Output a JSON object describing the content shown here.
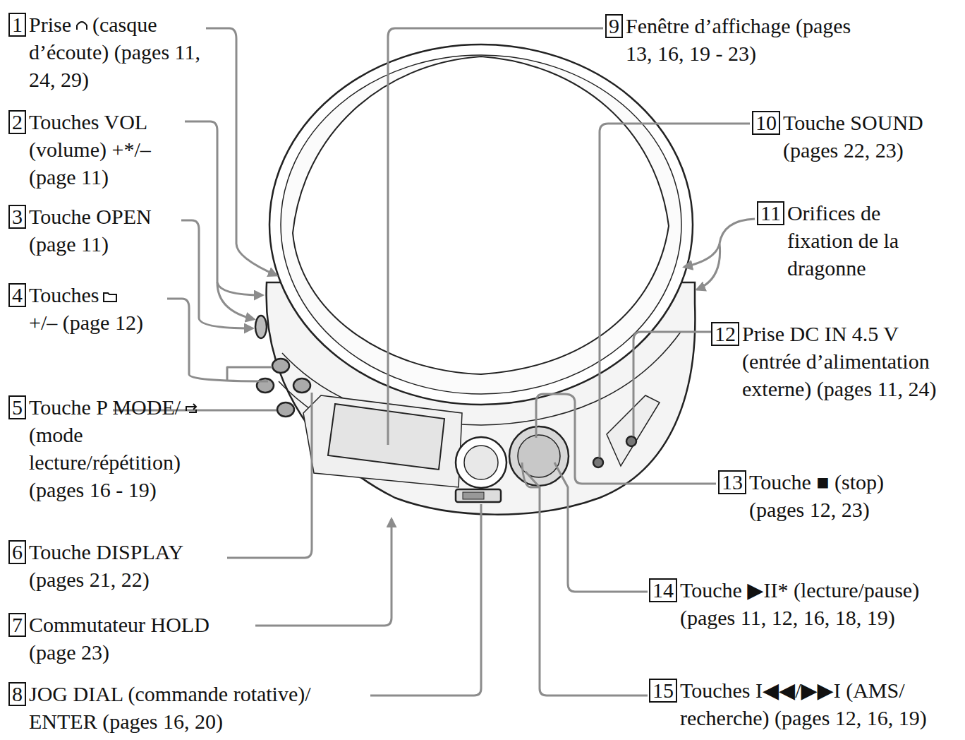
{
  "diagram": {
    "nodes": [
      {
        "text": [
          "1",
          "Prise",
          "(casque d’écoute) (pages 11, 24, 29)"
        ]
      },
      {
        "text": [
          "2",
          "Touches VOL (volume) +*/– (page 11)"
        ]
      },
      {
        "text": [
          "3",
          "Touche OPEN (page 11)"
        ]
      },
      {
        "text": [
          "4",
          "Touches",
          "+/– (page 12)"
        ]
      },
      {
        "text": [
          "5",
          "Touche P MODE/",
          "(mode lecture/répétition) (pages 16 - 19)"
        ]
      },
      {
        "text": [
          "6",
          "Touche DISPLAY (pages 21, 22)"
        ]
      },
      {
        "text": [
          "7",
          "Commutateur HOLD (page 23)"
        ]
      },
      {
        "text": [
          "8",
          "JOG DIAL (commande rotative)/ ENTER (pages 16, 20)"
        ]
      },
      {
        "text": [
          "9",
          "Fenêtre d’affichage (pages 13, 16, 19 - 23)"
        ]
      },
      {
        "text": [
          "10",
          "Touche SOUND (pages 22, 23)"
        ]
      },
      {
        "text": [
          "11",
          "Orifices de fixation de la dragonne"
        ]
      },
      {
        "text": [
          "12",
          "Prise DC IN 4.5 V (entrée d’alimentation externe) (pages 11, 24)"
        ]
      },
      {
        "text": [
          "13",
          "Touche ■ (stop) (pages 12, 23)"
        ]
      },
      {
        "text": [
          "14",
          "Touche ▶II* (lecture/pause) (pages 11, 12, 16, 18, 19)"
        ]
      },
      {
        "text": [
          "15",
          "Touches I◀◀/▶▶I (AMS/ recherche) (pages 12, 16, 19)"
        ]
      }
    ]
  }
}
